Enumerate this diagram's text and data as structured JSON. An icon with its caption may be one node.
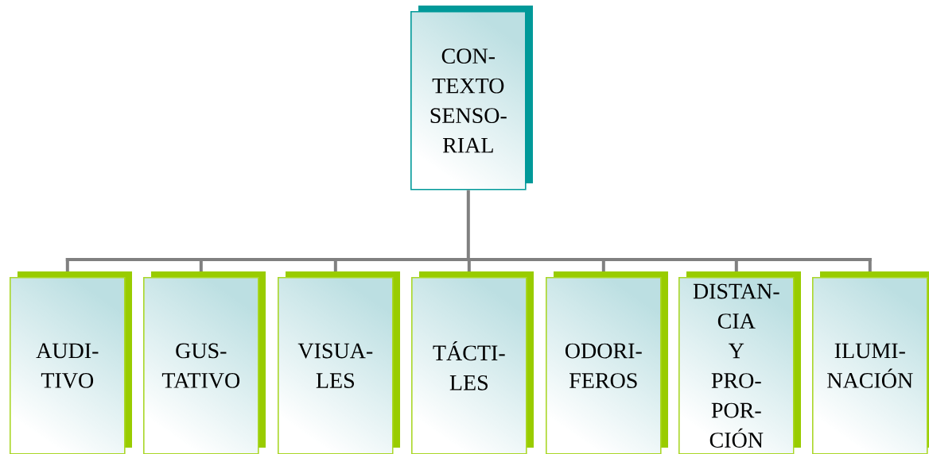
{
  "diagram": {
    "nodes": [
      {
        "text": [
          "CON- TEXTO SENSO- RIAL"
        ]
      },
      {
        "text": [
          "AUDI- TIVO"
        ]
      },
      {
        "text": [
          "GUS- TATIVO"
        ]
      },
      {
        "text": [
          "VISUA- LES"
        ]
      },
      {
        "text": [
          "TÁCTI- LES"
        ]
      },
      {
        "text": [
          "ODORI- FEROS"
        ]
      },
      {
        "text": [
          "DISTAN- CIA Y PRO- POR- CIÓN"
        ]
      },
      {
        "text": [
          "ILUMI- NACIÓN"
        ]
      }
    ],
    "edges": [
      {
        "from": 0,
        "to": 1,
        "arrow": "none"
      },
      {
        "from": 0,
        "to": 2,
        "arrow": "none"
      },
      {
        "from": 0,
        "to": 3,
        "arrow": "none"
      },
      {
        "from": 0,
        "to": 4,
        "arrow": "none"
      },
      {
        "from": 0,
        "to": 5,
        "arrow": "none"
      },
      {
        "from": 0,
        "to": 6,
        "arrow": "none"
      },
      {
        "from": 0,
        "to": 7,
        "arrow": "none"
      }
    ]
  }
}
